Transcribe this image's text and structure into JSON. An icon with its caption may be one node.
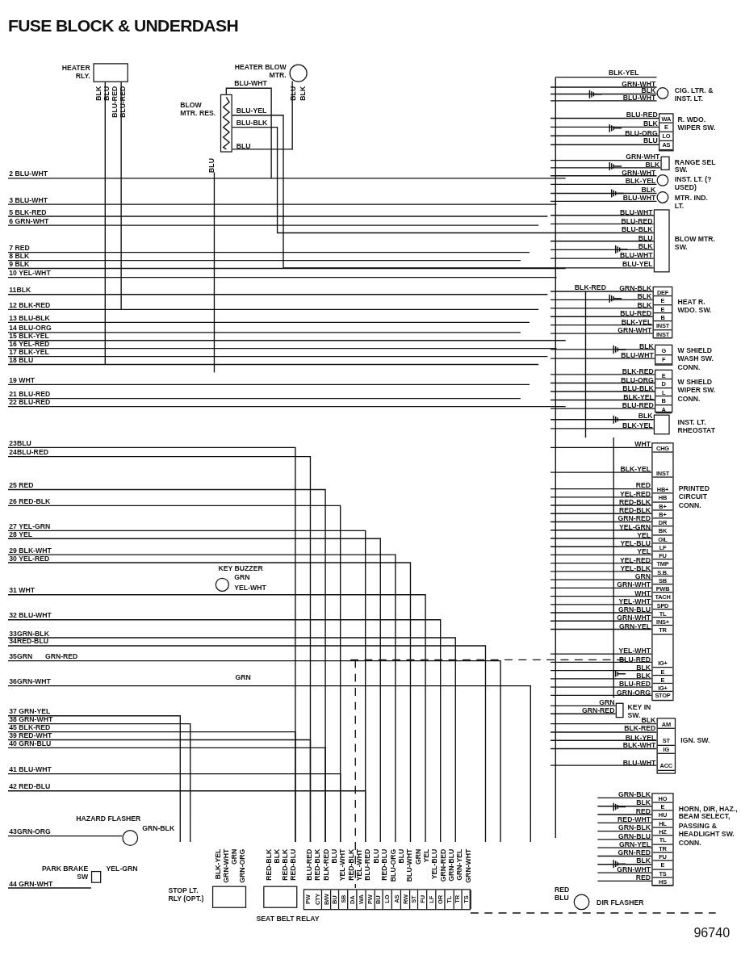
{
  "diagram": {
    "title": "FUSE BLOCK & UNDERDASH",
    "nodes": [
      {
        "text": [
          "HEATER RLY."
        ],
        "beside": [
          "BLK",
          "BLU",
          "BLU-RED",
          "BLU-RED"
        ]
      },
      {
        "text": [
          "HEATER BLOW MTR."
        ],
        "beside": [
          "BLU",
          "BLK"
        ]
      },
      {
        "text": [
          "BLOW MTR. RES."
        ],
        "beside": [
          "BLU-WHT",
          "BLU-YEL",
          "BLU-BLK",
          "BLU",
          "BLU"
        ]
      },
      {
        "text": [
          "CIG. LTR. & INST. LT."
        ],
        "beside": [
          "GRN-WHT",
          "BLK",
          "BLU-WHT"
        ]
      },
      {
        "text": [
          "WA",
          "E",
          "LO",
          "AS",
          "R. WDO. WIPER SW."
        ],
        "beside": [
          "BLU-RED",
          "BLK",
          "BLU-ORG",
          "BLU"
        ]
      },
      {
        "text": [
          "RANGE SEL SW."
        ],
        "beside": [
          "GRN-WHT",
          "BLK"
        ]
      },
      {
        "text": [
          "INST. LT. (? USED)"
        ],
        "beside": [
          "GRN-WHT",
          "BLK-YEL"
        ]
      },
      {
        "text": [
          "MTR. IND. LT."
        ],
        "beside": [
          "BLK",
          "BLU-WHT"
        ]
      },
      {
        "text": [
          "BLOW MTR. SW."
        ],
        "beside": [
          "BLU-WHT",
          "BLU-RED",
          "BLU-BLK",
          "BLU",
          "BLK",
          "BLU-WHT",
          "BLU-YEL"
        ]
      },
      {
        "text": [
          "DEF",
          "E",
          "E",
          "B",
          "INST",
          "INST",
          "HEAT R. WDO. SW."
        ],
        "beside": [
          "GRN-BLK",
          "BLK",
          "BLK",
          "BLU-RED",
          "BLK-YEL",
          "GRN-WHT"
        ]
      },
      {
        "text": [
          "G",
          "F",
          "W SHIELD WASH SW. CONN."
        ],
        "beside": [
          "BLK",
          "BLU-WHT"
        ]
      },
      {
        "text": [
          "E",
          "D",
          "L",
          "B",
          "A",
          "W SHIELD WIPER SW. CONN."
        ],
        "beside": [
          "BLK-RED",
          "BLU-ORG",
          "BLU-BLK",
          "BLK-YEL",
          "BLU-RED"
        ]
      },
      {
        "text": [
          "INST. LT. RHEOSTAT"
        ],
        "beside": [
          "BLK",
          "BLK-YEL"
        ]
      },
      {
        "text": [
          "CHG",
          "INST",
          "HB+",
          "HB",
          "B+",
          "B+",
          "DR",
          "BK",
          "OIL",
          "LF",
          "FU",
          "TMP",
          "S.B.",
          "SB",
          "PWB",
          "TACH",
          "SPD",
          "TL",
          "INS+",
          "TR",
          "IG+",
          "E",
          "E",
          "IG+",
          "STOP",
          "PRINTED CIRCUIT CONN."
        ],
        "beside": [
          "WHT",
          "BLK-YEL",
          "RED",
          "YEL-RED",
          "RED-BLK",
          "RED-BLK",
          "GRN-RED",
          "YEL-GRN",
          "YEL",
          "YEL-BLU",
          "YEL",
          "YEL-RED",
          "YEL-BLK",
          "GRN",
          "GRN-WHT",
          "WHT",
          "YEL-WHT",
          "GRN-BLU",
          "GRN-WHT",
          "GRN-YEL",
          "YEL-WHT",
          "BLU-RED",
          "BLK",
          "BLK",
          "BLU-RED",
          "GRN-ORG"
        ]
      },
      {
        "text": [
          "KEY BUZZER"
        ],
        "beside": [
          "GRN",
          "YEL-WHT"
        ]
      },
      {
        "text": [
          "KEY IN SW."
        ],
        "beside": [
          "GRN",
          "GRN-RED"
        ]
      },
      {
        "text": [
          "AM",
          "ST",
          "IG",
          "ACC",
          "IGN. SW."
        ],
        "beside": [
          "BLK",
          "BLK-RED",
          "BLK-YEL",
          "BLK-WHT",
          "BLU-WHT"
        ]
      },
      {
        "text": [
          "HO",
          "E",
          "HU",
          "HL",
          "HZ",
          "TL",
          "TR",
          "FU",
          "E",
          "TS",
          "HS",
          "HORN, DIR, HAZ., BEAM SELECT, PASSING & HEADLIGHT SW. CONN."
        ],
        "beside": [
          "GRN-BLK",
          "BLK",
          "RED",
          "RED-WHT",
          "GRN-BLK",
          "GRN-BLU",
          "GRN-YEL",
          "GRN-RED",
          "BLK",
          "GRN-WHT",
          "RED"
        ]
      },
      {
        "text": [
          "HAZARD FLASHER"
        ],
        "beside": [
          "GRN-BLK"
        ]
      },
      {
        "text": [
          "PARK BRAKE SW"
        ],
        "beside": [
          "YEL-GRN"
        ]
      },
      {
        "text": [
          "STOP LT. RLY (OPT.)"
        ],
        "beside": [
          "BLK-YEL",
          "GRN-WHT",
          "GRN",
          "GRN-ORG"
        ]
      },
      {
        "text": [
          "SEAT BELT RELAY"
        ],
        "beside": [
          "RED-BLK",
          "BLK",
          "RED-BLK",
          "RED-BLU"
        ]
      },
      {
        "text": [
          "PW",
          "CTY",
          "B/W",
          "BU",
          "SB",
          "DA",
          "WA",
          "PW",
          "BU",
          "LO",
          "AS",
          "RW",
          "ST",
          "FU",
          "LF",
          "OR",
          "TL",
          "TR",
          "TS"
        ],
        "beside": [
          "BLU-RED",
          "RED-BLK",
          "BLK-RED",
          "BLU",
          "YEL-WHT",
          "RED-BLK",
          "YEL-WHT",
          "BLU-RED",
          "BLU",
          "RED-BLU",
          "BLU-ORG",
          "BLU",
          "BLU-WHT",
          "GRN",
          "YEL",
          "YEL-BLU",
          "GRN-RED",
          "GRN-BLU",
          "GRN-YEL",
          "GRN-WHT"
        ]
      },
      {
        "text": [
          "DIR FLASHER"
        ],
        "beside": [
          "RED",
          "BLU"
        ]
      }
    ],
    "edges": [
      {
        "from": 2,
        "to": 1,
        "arrow": "none"
      },
      {
        "from": 2,
        "to": 8,
        "arrow": "none"
      },
      {
        "from": 2,
        "to": 8,
        "arrow": "none"
      }
    ],
    "labels": [
      "2 BLU-WHT",
      "3 BLU-WHT",
      "5 BLK-RED",
      "6 GRN-WHT",
      "7 RED",
      "8 BLK",
      "9 BLK",
      "10 YEL-WHT",
      "11BLK",
      "12 BLK-RED",
      "13 BLU-BLK",
      "14 BLU-ORG",
      "15 BLK-YEL",
      "16 YEL-RED",
      "17 BLK-YEL",
      "18 BLU",
      "19 WHT",
      "21 BLU-RED",
      "22 BLU-RED",
      "23BLU",
      "24BLU-RED",
      "25 RED",
      "26 RED-BLK",
      "27 YEL-GRN",
      "28 YEL",
      "29 BLK-WHT",
      "30 YEL-RED",
      "31 WHT",
      "32 BLU-WHT",
      "33GRN-BLK",
      "34RED-BLU",
      "35GRN",
      "GRN-RED",
      "36GRN-WHT",
      "37 GRN-YEL",
      "38 GRN-WHT",
      "45 BLK-RED",
      "39 RED-WHT",
      "40 GRN-BLU",
      "41 BLU-WHT",
      "42 RED-BLU",
      "43GRN-ORG",
      "44 GRN-WHT",
      "BLK-YEL",
      "BLK-RED",
      "GRN",
      "96740"
    ]
  }
}
